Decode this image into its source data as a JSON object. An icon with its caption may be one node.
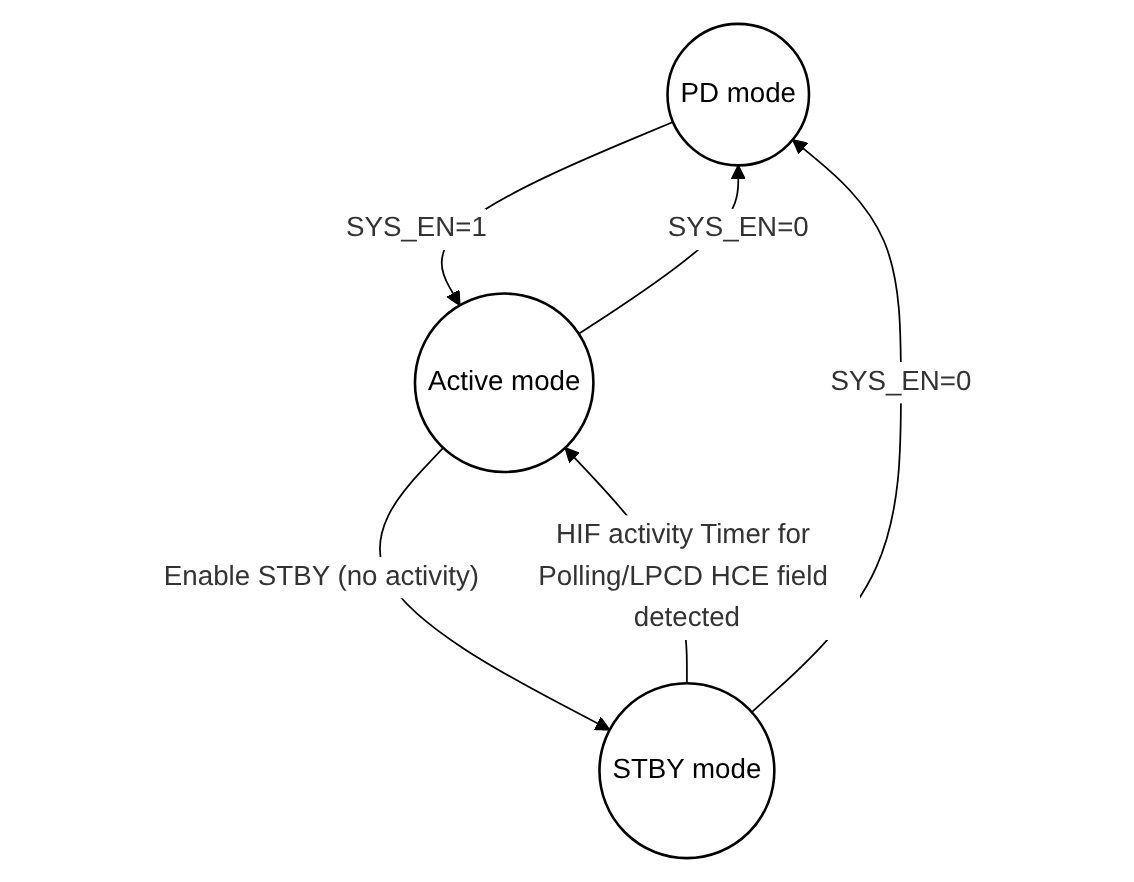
{
  "diagram": {
    "nodes": [
      {
        "text": [
          "PD mode"
        ]
      },
      {
        "text": [
          "Active mode"
        ]
      },
      {
        "text": [
          "STBY mode"
        ]
      }
    ],
    "edges": [
      {
        "from": 0,
        "to": 1,
        "arrow": "to",
        "label": "SYS_EN=1"
      },
      {
        "from": 1,
        "to": 0,
        "arrow": "to",
        "label": "SYS_EN=0"
      },
      {
        "from": 1,
        "to": 2,
        "arrow": "to",
        "label": "Enable STBY (no activity)"
      },
      {
        "from": 2,
        "to": 1,
        "arrow": "to",
        "label": "HIF activity Timer for Polling/LPCD HCE field detected"
      },
      {
        "from": 2,
        "to": 0,
        "arrow": "to",
        "label": "SYS_EN=0"
      }
    ]
  }
}
